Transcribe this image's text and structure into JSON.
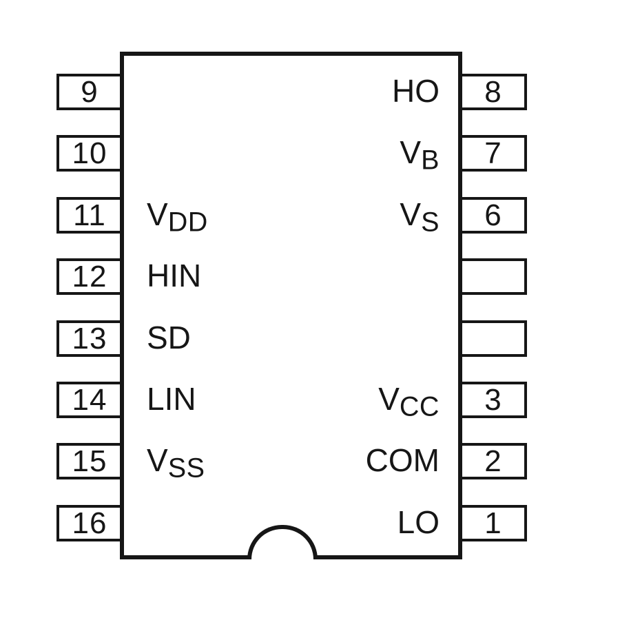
{
  "diagram": {
    "title": "16-pin IC package pinout, top view",
    "notch": "semicircular polarity notch, bottom center",
    "line_color": "#161616",
    "background_color": "#ffffff",
    "pins": {
      "left": [
        {
          "number": "9",
          "label": {
            "main": "",
            "sub": ""
          }
        },
        {
          "number": "10",
          "label": {
            "main": "",
            "sub": ""
          }
        },
        {
          "number": "11",
          "label": {
            "main": "V",
            "sub": "DD"
          }
        },
        {
          "number": "12",
          "label": {
            "main": "HIN",
            "sub": ""
          }
        },
        {
          "number": "13",
          "label": {
            "main": "SD",
            "sub": ""
          }
        },
        {
          "number": "14",
          "label": {
            "main": "LIN",
            "sub": ""
          }
        },
        {
          "number": "15",
          "label": {
            "main": "V",
            "sub": "SS"
          }
        },
        {
          "number": "16",
          "label": {
            "main": "",
            "sub": ""
          }
        }
      ],
      "right": [
        {
          "number": "8",
          "label": {
            "main": "HO",
            "sub": ""
          }
        },
        {
          "number": "7",
          "label": {
            "main": "V",
            "sub": "B"
          }
        },
        {
          "number": "6",
          "label": {
            "main": "V",
            "sub": "S"
          }
        },
        {
          "number": "",
          "label": {
            "main": "",
            "sub": ""
          }
        },
        {
          "number": "",
          "label": {
            "main": "",
            "sub": ""
          }
        },
        {
          "number": "3",
          "label": {
            "main": "V",
            "sub": "CC"
          }
        },
        {
          "number": "2",
          "label": {
            "main": "COM",
            "sub": ""
          }
        },
        {
          "number": "1",
          "label": {
            "main": "LO",
            "sub": ""
          }
        }
      ]
    }
  }
}
